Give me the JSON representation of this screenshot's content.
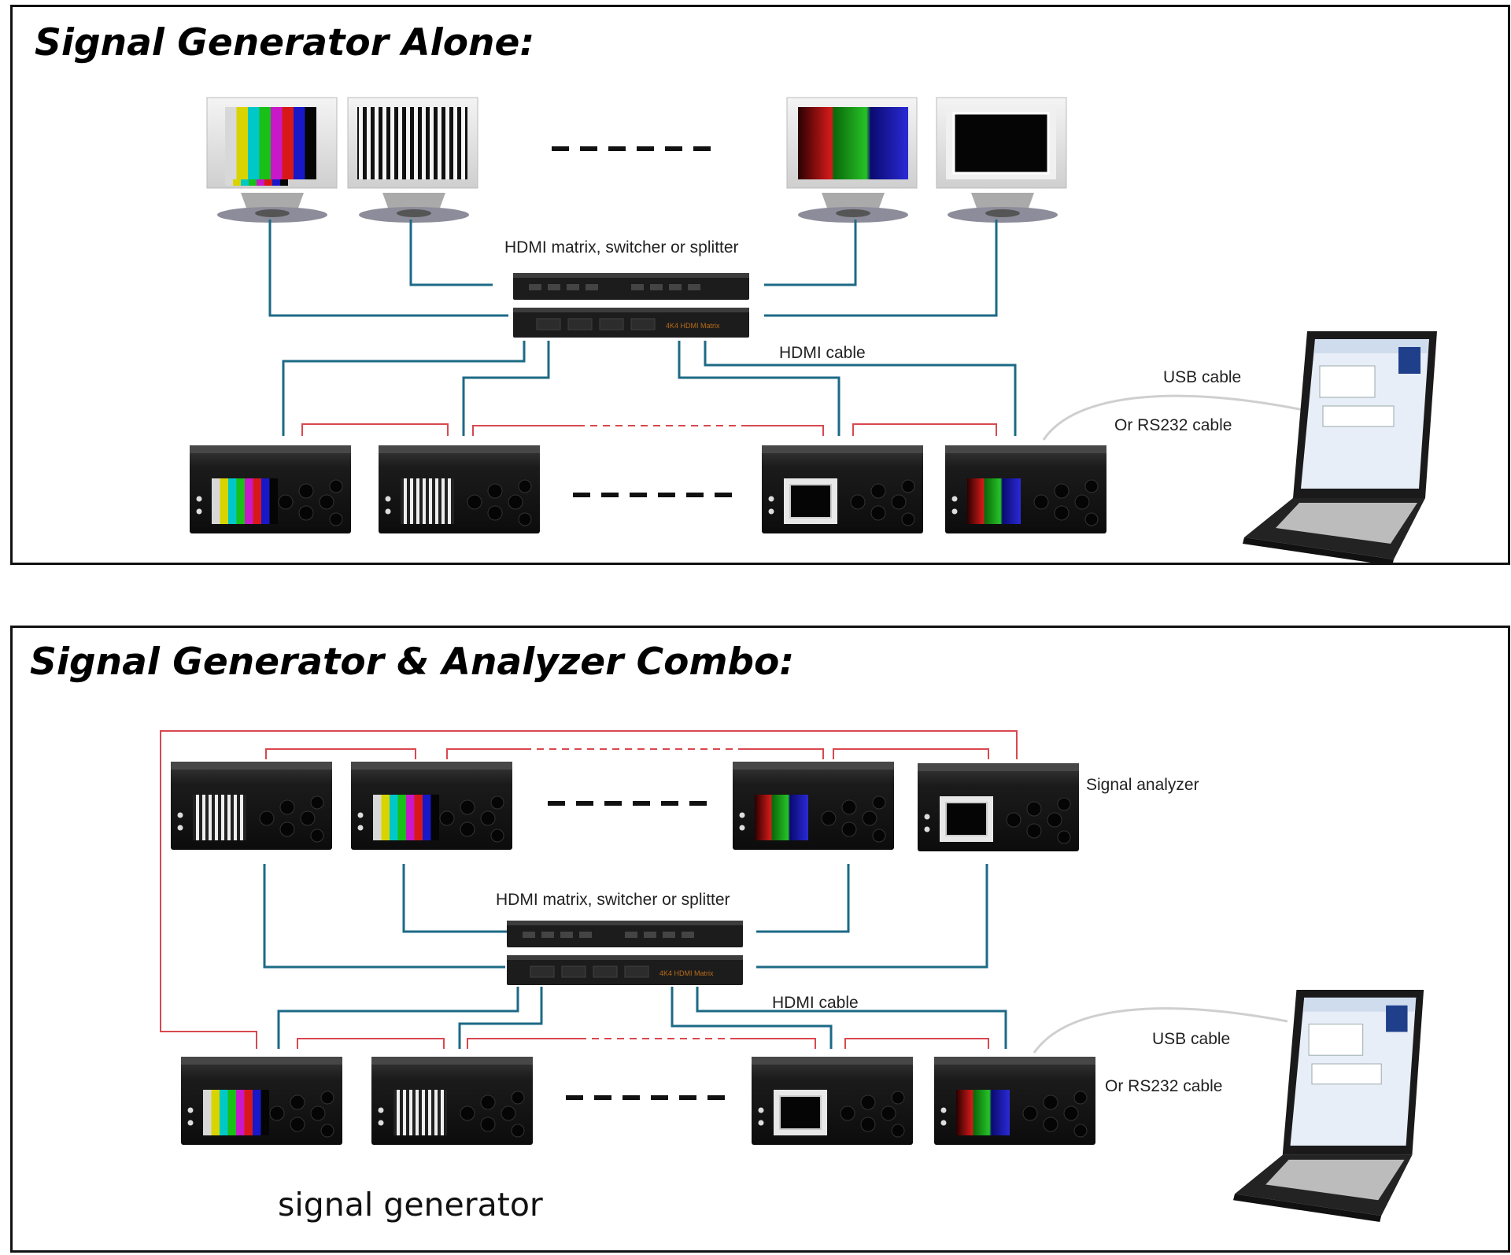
{
  "panel_alone": {
    "title": "Signal Generator Alone:",
    "matrix_label": "HDMI matrix, switcher or splitter",
    "hdmi_cable_label": "HDMI cable",
    "usb_label": "USB cable",
    "rs232_label": "Or RS232 cable"
  },
  "panel_combo": {
    "title": "Signal Generator & Analyzer Combo:",
    "matrix_label": "HDMI matrix, switcher or splitter",
    "hdmi_cable_label": "HDMI cable",
    "usb_label": "USB cable",
    "rs232_label": "Or RS232 cable",
    "analyzer_label": "Signal analyzer",
    "generator_label": "signal generator"
  },
  "matrix_device_text": "4K4 HDMI Matrix",
  "colors": {
    "hdmi_line": "#1c6a86",
    "control_line": "#d9484f",
    "device_body": "#1b1b1b"
  }
}
